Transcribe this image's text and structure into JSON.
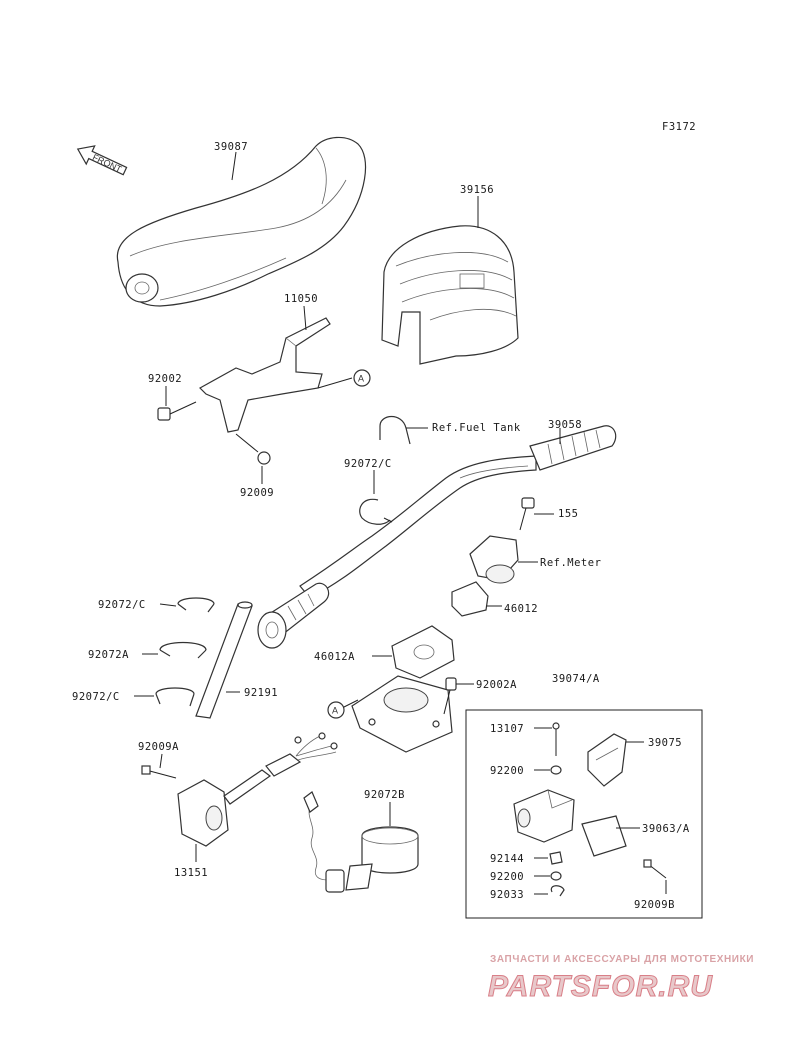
{
  "diagram": {
    "figure_code": "F3172",
    "front_label": "FRONT",
    "callout_letter": "A",
    "parts": {
      "p39087": "39087",
      "p39156": "39156",
      "p11050": "11050",
      "p92002": "92002",
      "p92009": "92009",
      "p39058": "39058",
      "ref_fuel": "Ref.Fuel Tank",
      "p92072c_top": "92072/C",
      "p155": "155",
      "ref_meter": "Ref.Meter",
      "p46012": "46012",
      "p92072c_l1": "92072/C",
      "p92072a": "92072A",
      "p92072c_l2": "92072/C",
      "p92191": "92191",
      "p46012a": "46012A",
      "p92002a": "92002A",
      "p39074a": "39074/A",
      "p92009a": "92009A",
      "p13151": "13151",
      "p92072b": "92072B",
      "p13107": "13107",
      "p39075": "39075",
      "p92200_1": "92200",
      "p39063a": "39063/A",
      "p92144": "92144",
      "p92200_2": "92200",
      "p92033": "92033",
      "p92009b": "92009B"
    }
  },
  "watermark": {
    "line1": "ЗАПЧАСТИ И АКСЕССУАРЫ ДЛЯ МОТОТЕХНИКИ",
    "line2": "PARTSFOR.RU"
  }
}
